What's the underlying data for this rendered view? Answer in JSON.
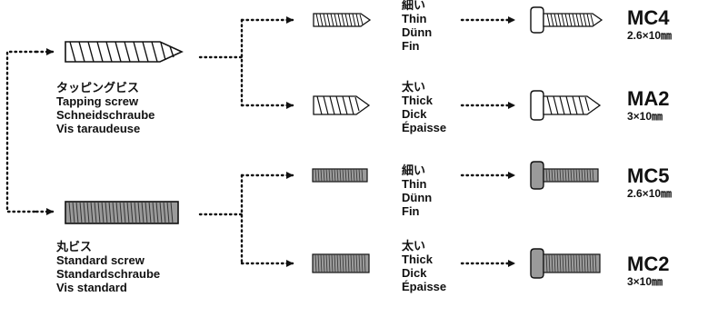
{
  "types": [
    {
      "id": "tapping",
      "labels": [
        "タッピングビス",
        "Tapping screw",
        "Schneidschraube",
        "Vis taraudeuse"
      ],
      "variants": [
        {
          "labels": [
            "細い",
            "Thin",
            "Dünn",
            "Fin"
          ],
          "code": "MC4",
          "size": "2.6×10㎜"
        },
        {
          "labels": [
            "太い",
            "Thick",
            "Dick",
            "Épaisse"
          ],
          "code": "MA2",
          "size": "3×10㎜"
        }
      ]
    },
    {
      "id": "standard",
      "labels": [
        "丸ビス",
        "Standard screw",
        "Standardschraube",
        "Vis standard"
      ],
      "variants": [
        {
          "labels": [
            "細い",
            "Thin",
            "Dünn",
            "Fin"
          ],
          "code": "MC5",
          "size": "2.6×10㎜"
        },
        {
          "labels": [
            "太い",
            "Thick",
            "Dick",
            "Épaisse"
          ],
          "code": "MC2",
          "size": "3×10㎜"
        }
      ]
    }
  ],
  "colors": {
    "ink": "#111111",
    "standard_fill": "#9a9a9a",
    "tapping_fill": "#ffffff"
  }
}
